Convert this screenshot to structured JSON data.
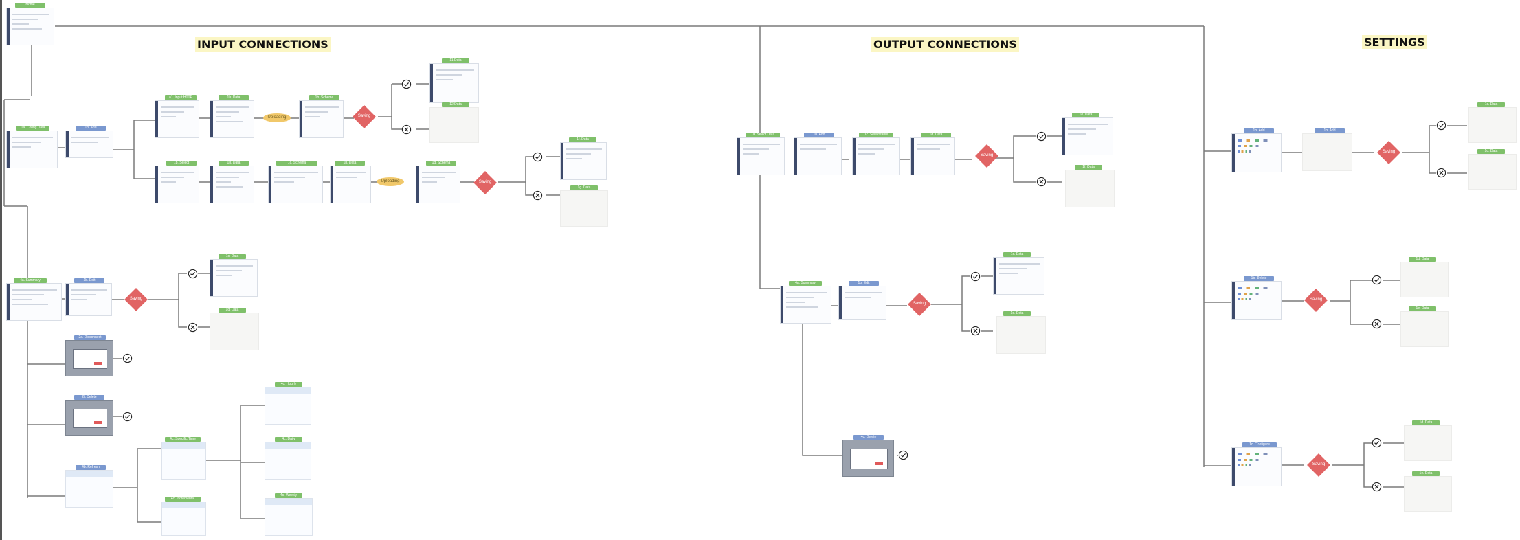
{
  "sections": {
    "input": "INPUT CONNECTIONS",
    "output": "OUTPUT CONNECTIONS",
    "settings": "SETTINGS"
  },
  "colors": {
    "section_highlight": "#fbf6c4",
    "label_green": "#7fc06a",
    "label_blue": "#7a98cf",
    "decision_red": "#e16464",
    "process_yellow": "#f1c86a",
    "nav_rail": "#3d4a6b",
    "connector": "#555555"
  },
  "nodes": {
    "home": "Home",
    "input": {
      "n1": "1a. Config Data",
      "n2": "1b. Add",
      "n3": "a1. Input HTTP",
      "n4": "1b. Data",
      "n5": "1b. Schema",
      "n6": "11 Data",
      "n7": "12 Data",
      "n8": "1b. Select",
      "n9": "1b. Data",
      "n10": "1c. Schema",
      "n11": "1b. Data",
      "n12": "1d. Schema",
      "n13": "1f. Data",
      "n14": "1g. Data",
      "n15": "4a. Summary",
      "n16": "1b. Edit",
      "n17": "1c. Data",
      "n18": "1d. Data",
      "n19": "2a. Disconnect",
      "n20": "2f. Delete",
      "n21": "4b. Refresh",
      "n22": "4c. Specific Time",
      "n23": "4c. Incremental",
      "n24": "4c. Hourly",
      "n25": "4c. Daily",
      "n26": "4c. Weekly"
    },
    "output": {
      "n1": "1a. Select Data",
      "n2": "1b. Add",
      "n3": "1c. Select table",
      "n4": "1d. Data",
      "n5": "1e. Data",
      "n6": "1f. Data",
      "n7": "4a. Summary",
      "n8": "1b. Edit",
      "n9": "1c. Data",
      "n10": "1d. Data",
      "n11": "4c. Delete"
    },
    "settings": {
      "n1": "1b. Add",
      "n2": "1b. Add",
      "n3": "1c. Data",
      "n4": "1d. Data",
      "n5": "1b. Delete",
      "n6": "1d. Data",
      "n7": "1e. Data",
      "n8": "1c. Configure",
      "n9": "1d. Data",
      "n10": "1e. Data"
    }
  },
  "decisions": {
    "label": "Saving"
  },
  "processes": {
    "label": "Uploading"
  },
  "icons": {
    "success": "check-circle-icon",
    "failure": "x-circle-icon"
  }
}
